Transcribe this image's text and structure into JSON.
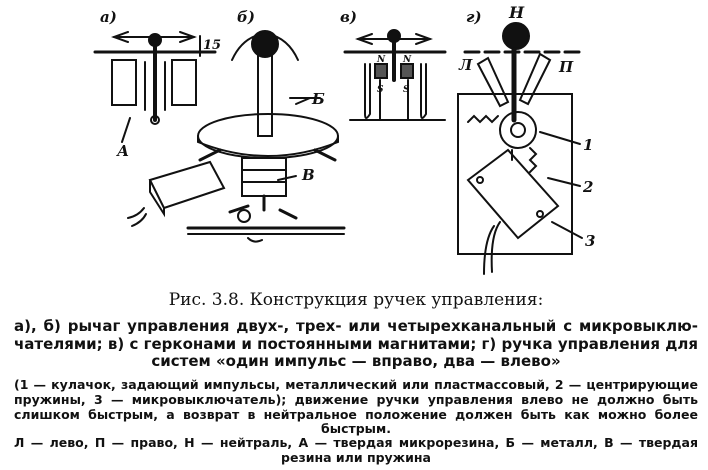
{
  "figure": {
    "panel_labels": [
      "а)",
      "б)",
      "в)",
      "г)"
    ],
    "part_labels": {
      "A": "А",
      "B": "Б",
      "V": "В",
      "L": "Л",
      "P": "П",
      "N": "Н",
      "n1": "1",
      "n2": "2",
      "n3": "3"
    },
    "dimension": "15",
    "magnet_labels": {
      "n_left": "N",
      "s_left": "S",
      "n_right": "N",
      "s_right": "S"
    }
  },
  "caption": {
    "title_prefix": "Рис. 3.8.",
    "title_text": "Конструкция ручек управления:",
    "main": "а), б) рычаг управления двух-, трех- или четырехканальный с микровыклю­чателями; в) с герконами и постоянными магнитами; г) ручка управления для систем «один импульс — вправо, два — влево»",
    "note": "(1 — кулачок, задающий импульсы, металлический или пластмассовый, 2 — центрирую­щие пружины, 3 — микровыключатель); движение ручки управления влево не должно быть слишком быстрым, а возврат в нейтральное положение должен быть как можно более быстрым.",
    "legend": "Л — лево, П — право, Н — нейтраль, А — твердая микрорезина, Б — металл, В — твер­дая резина или пружина"
  }
}
